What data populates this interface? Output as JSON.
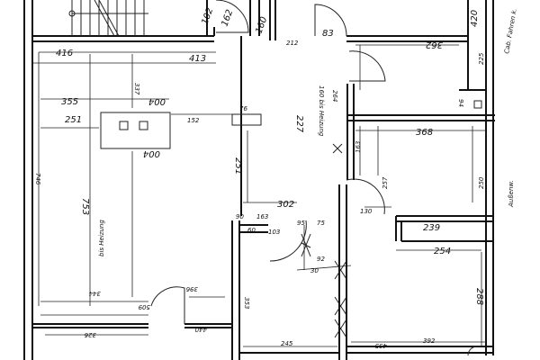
{
  "plan": {
    "ink_color": "#111111",
    "paper_color": "#ffffff",
    "dimensions": {
      "d416": "416",
      "d413": "413",
      "d102": "102",
      "d162": "162",
      "d160": "160",
      "d83": "83",
      "d355": "355",
      "d251a": "251",
      "d004": "004",
      "d152": "152",
      "d76": "76",
      "d251b": "251",
      "d227": "227",
      "d302": "302",
      "d130": "130",
      "d95": "95",
      "d75": "75",
      "d103": "103",
      "d60": "60",
      "d90": "90",
      "d163a": "163",
      "d92": "92",
      "d30": "30",
      "d239": "239",
      "d254": "254",
      "d288": "288",
      "d392": "392",
      "d435": "435",
      "d245": "245",
      "d753": "753",
      "d746": "746",
      "d344": "344",
      "d509": "509",
      "d326": "326",
      "d440": "440",
      "d353": "353",
      "d396": "396",
      "d368": "368",
      "d362": "362",
      "d420": "420",
      "d225": "225",
      "d264": "264",
      "d163b": "163",
      "d257": "257",
      "d250": "250",
      "d94": "94",
      "d212": "212",
      "d337": "337"
    },
    "notes": {
      "heating": "160 bis Heizung",
      "heating2": "bis Heizung",
      "right_margin": "Cab. Fahren k.",
      "right_margin2": "Außenw."
    }
  }
}
